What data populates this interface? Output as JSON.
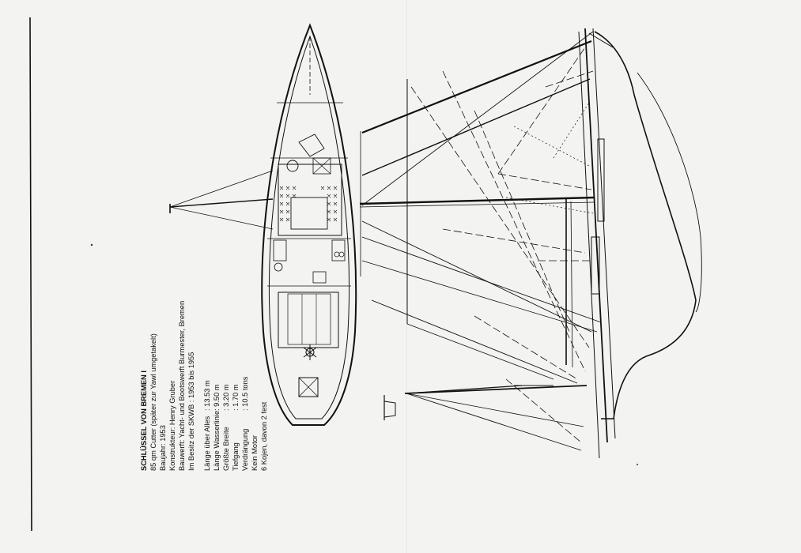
{
  "spec": {
    "title": "SCHLÜSSEL VON BREMEN I",
    "lines": [
      "85 qm Cutter (später zur Yawl umgetakelt)",
      "Baujahr: 1953",
      "Konstrukteur: Henry Gruber",
      "Bauwerft: Yacht- und Bootswerft Burmester, Bremen",
      "Im Besitz der SKWB : 1953 bis 1955"
    ],
    "dimensions": [
      {
        "label": "Länge über Alles",
        "value": ": 13.53 m"
      },
      {
        "label": "Länge Wasserlinie",
        "value": ": 9.50 m"
      },
      {
        "label": "Größte Breite",
        "value": ": 3.20 m"
      },
      {
        "label": "Tiefgang",
        "value": ": 1.70 m"
      },
      {
        "label": "Verdrängung",
        "value": ": 10.5 tons"
      }
    ],
    "footer_lines": [
      "Kein Motor",
      "6 Kojen, davon 2 fest"
    ]
  }
}
